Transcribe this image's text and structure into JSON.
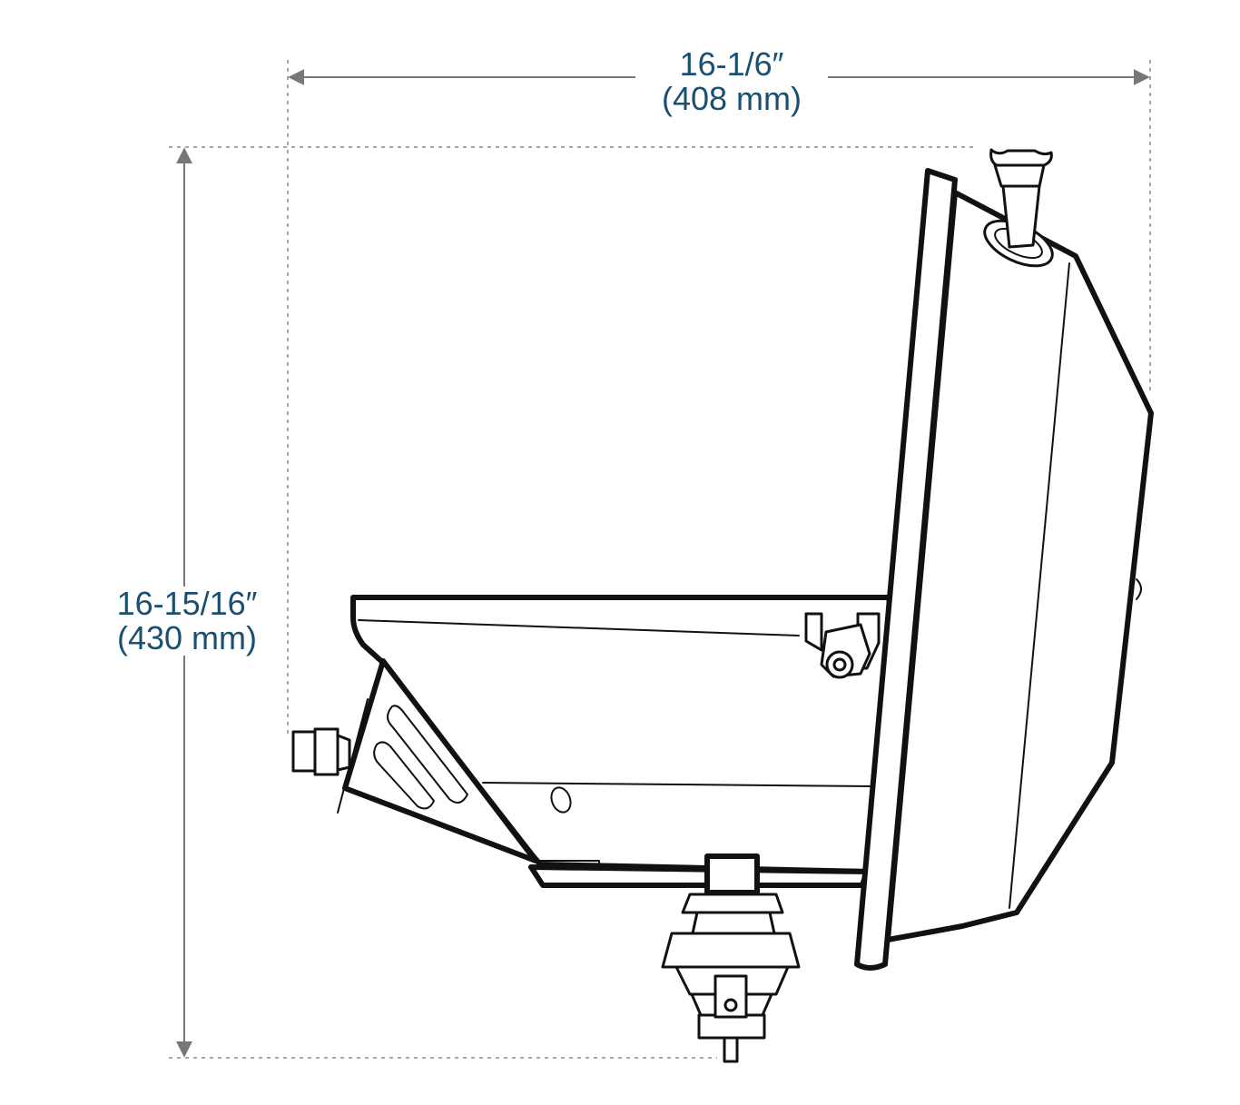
{
  "colors": {
    "dimension_text": "#1b4f72",
    "dimension_line": "#777777",
    "outline": "#111111",
    "background": "#ffffff"
  },
  "dimensions": {
    "width": {
      "imperial": "16-1/6″",
      "metric": "(408 mm)"
    },
    "height": {
      "imperial": "16-15/16″",
      "metric": "(430 mm)"
    }
  }
}
